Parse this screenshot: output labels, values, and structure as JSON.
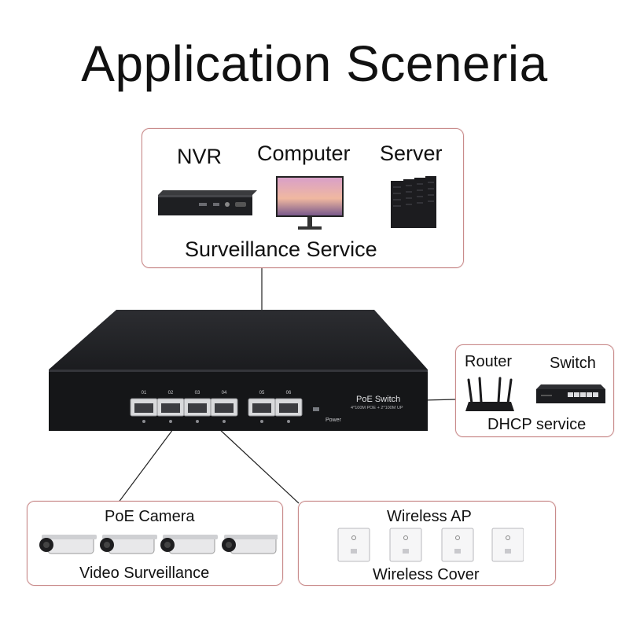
{
  "title": "Application Sceneria",
  "top_box": {
    "devices": [
      "NVR",
      "Computer",
      "Server"
    ],
    "caption": "Surveillance Service"
  },
  "right_box": {
    "devices": [
      "Router",
      "Switch"
    ],
    "caption": "DHCP service"
  },
  "bottom_left_box": {
    "heading": "PoE Camera",
    "caption": "Video Surveillance"
  },
  "bottom_right_box": {
    "heading": "Wireless AP",
    "caption": "Wireless Cover"
  },
  "switch_panel": {
    "brand": "PoE Switch",
    "spec": "4*100M POE + 2*100M UP",
    "ports": [
      "01",
      "02",
      "03",
      "04",
      "05",
      "06"
    ],
    "power_label": "Power"
  },
  "colors": {
    "box_border": "#c98b8b",
    "device_body": "#1e1f22"
  }
}
